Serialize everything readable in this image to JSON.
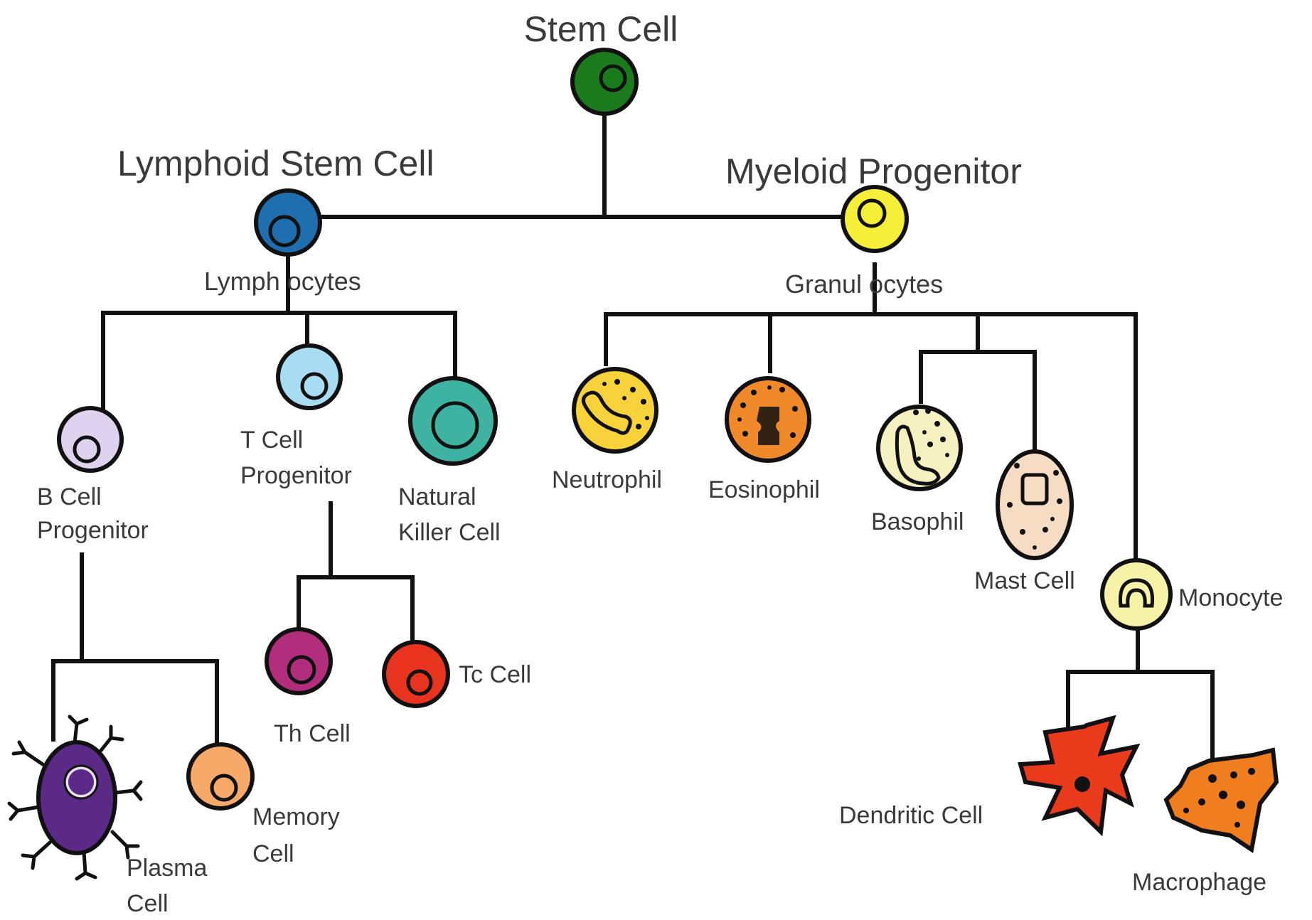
{
  "diagram": {
    "labels": {
      "stem_cell": "Stem Cell",
      "lymphoid_stem_cell": "Lymphoid Stem Cell",
      "myeloid_progenitor": "Myeloid Progenitor",
      "lymphocytes": "Lymph ocytes",
      "granulocytes": "Granul ocytes",
      "b_cell_progenitor_1": "B Cell",
      "b_cell_progenitor_2": "Progenitor",
      "t_cell_progenitor_1": "T Cell",
      "t_cell_progenitor_2": "Progenitor",
      "natural_killer_1": "Natural",
      "natural_killer_2": "Killer Cell",
      "neutrophil": "Neutrophil",
      "eosinophil": "Eosinophil",
      "basophil": "Basophil",
      "mast_cell": "Mast Cell",
      "monocyte": "Monocyte",
      "th_cell": "Th Cell",
      "tc_cell": "Tc Cell",
      "plasma_cell_1": "Plasma",
      "plasma_cell_2": "Cell",
      "memory_cell_1": "Memory",
      "memory_cell_2": "Cell",
      "dendritic_cell": "Dendritic Cell",
      "macrophage": "Macrophage"
    },
    "colors": {
      "stem_cell": "#1b7a1b",
      "lymphoid_stem_cell": "#1f6fb0",
      "myeloid_progenitor": "#f5ef3a",
      "b_cell_progenitor": "#ddd3ee",
      "t_cell_progenitor": "#a8dcf3",
      "natural_killer": "#3fb3a2",
      "neutrophil": "#f7d23a",
      "eosinophil": "#f0892a",
      "basophil": "#f6f1c0",
      "mast_cell": "#f6dcc3",
      "monocyte": "#f6f3a8",
      "th_cell": "#b22e7c",
      "tc_cell": "#e8341f",
      "plasma_cell": "#5b2a86",
      "memory_cell": "#f7a96a",
      "dendritic_cell": "#ea3a1c",
      "macrophage": "#f07d1e"
    }
  }
}
